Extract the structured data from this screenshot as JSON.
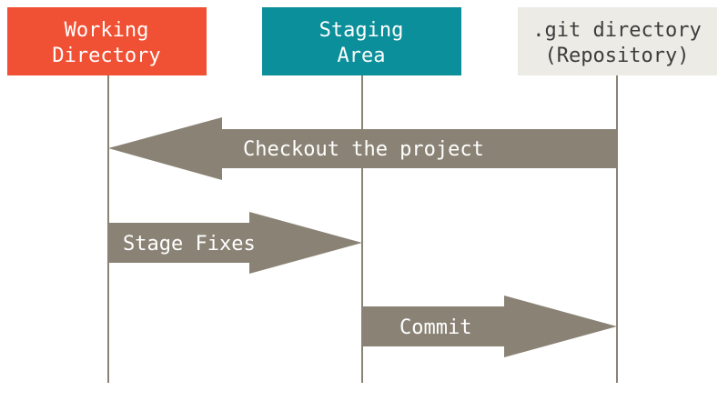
{
  "colors": {
    "working": "#f05033",
    "staging": "#0b8f9a",
    "repo": "#ecebe5",
    "arrow": "#8a8375",
    "line": "#8a8375",
    "text_light": "#ffffff",
    "text_dark": "#3c3c3c"
  },
  "areas": {
    "working": {
      "line1": "Working",
      "line2": "Directory"
    },
    "staging": {
      "line1": "Staging",
      "line2": "Area"
    },
    "repo": {
      "line1": ".git directory",
      "line2": "(Repository)"
    }
  },
  "arrows": {
    "checkout": "Checkout the project",
    "stage": "Stage Fixes",
    "commit": "Commit"
  }
}
